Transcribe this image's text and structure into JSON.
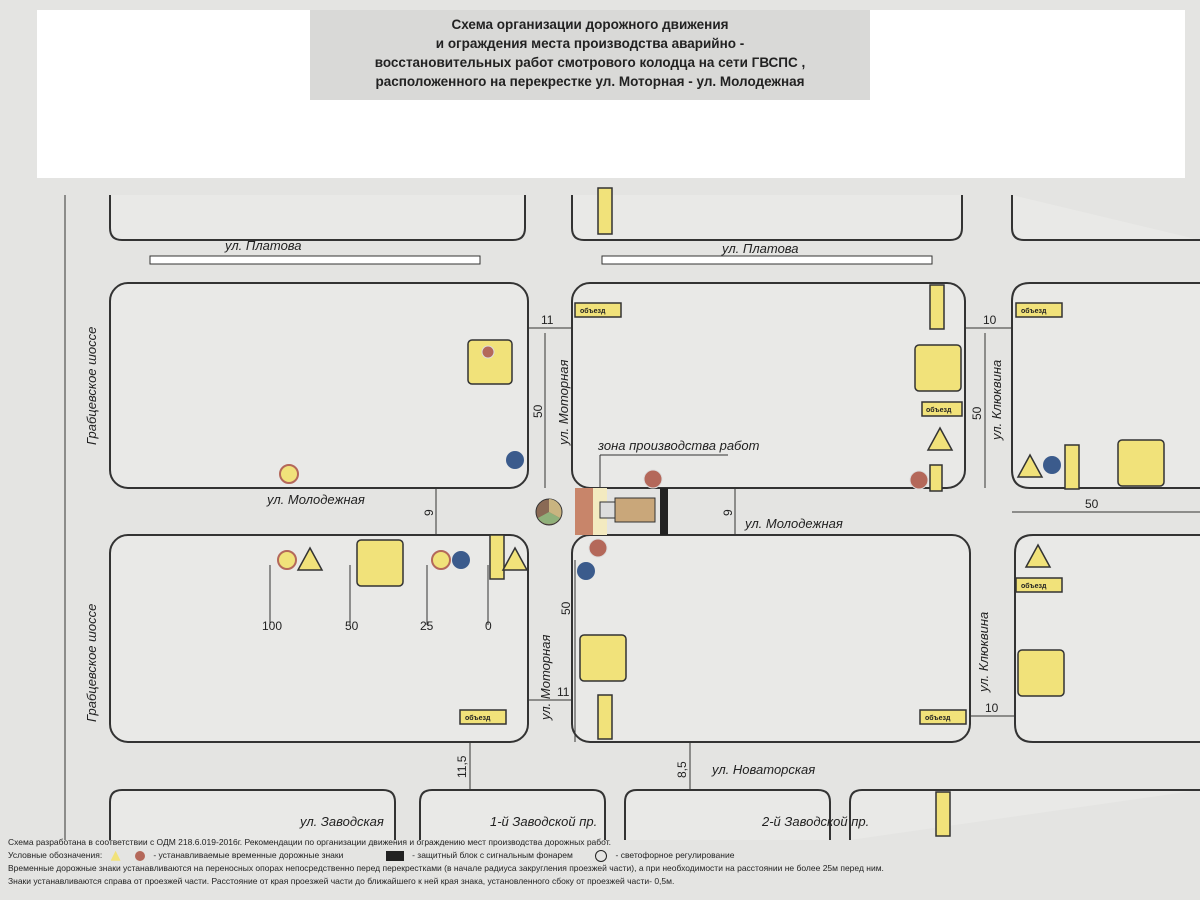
{
  "title": {
    "lines": [
      "Схема организации дорожного движения",
      "и ограждения места производства аварийно -",
      "восстановительных работ смотрового колодца на сети ГВСПС ,",
      "расположенного на перекрестке ул. Моторная - ул. Молодежная"
    ]
  },
  "streets": {
    "platova_left": "ул. Платова",
    "platova_right": "ул. Платова",
    "molodezhnaya_left": "ул. Молодежная",
    "molodezhnaya_right": "ул. Молодежная",
    "motornaya_top": "ул. Моторная",
    "motornaya_bottom": "ул. Моторная",
    "klyukvina_top": "ул. Клюквина",
    "klyukvina_bottom": "ул. Клюквина",
    "grabtsevskoe_top": "Грабцевское шоссе",
    "grabtsevskoe_bottom": "Грабцевское шоссе",
    "novatorskaya": "ул. Новаторская",
    "zavodskaya": "ул. Заводская",
    "zavodskoy1": "1-й Заводской пр.",
    "zavodskoy2": "2-й Заводской пр."
  },
  "work_zone_label": "зона производства работ",
  "dimensions": {
    "d11_top": "11",
    "d50_left_top": "50",
    "d9_left": "9",
    "d9_right": "9",
    "d10_top": "10",
    "d50_right_top": "50",
    "d50_far_right": "50",
    "d50_mid_bottom": "50",
    "d11_bottom": "11",
    "d10_bottom": "10",
    "d11_5": "11,5",
    "d8_5": "8,5",
    "dist_100": "100",
    "dist_50": "50",
    "dist_25": "25",
    "dist_0": "0"
  },
  "sign_text": {
    "detour": "объезд"
  },
  "legend": {
    "line1": "Схема разработана в соответствии с ОДМ 218.6.019-2016г. Рекомендации по организации движения и ограждению мест производства дорожных работ.",
    "label": "Условные обозначения:",
    "temp_signs": "- устанавливаемые временные дорожные знаки",
    "block": "- защитный блок с сигнальным фонарем",
    "traffic_light": "- светофорное регулирование",
    "line3": "Временные дорожные знаки устанавливаются на переносных опорах непосредственно перед перекрестками (в начале радиуса закругления проезжей части), а при необходимости на расстоянии не более 25м перед ним.",
    "line4": "Знаки устанавливаются справа от проезжей части. Расстояние от края проезжей части до ближайшего к ней края знака, установленного сбоку от проезжей части- 0,5м."
  },
  "colors": {
    "sign_yellow": "#f1e27a",
    "sign_red": "#b4685a",
    "sign_blue": "#3b5b8c"
  }
}
